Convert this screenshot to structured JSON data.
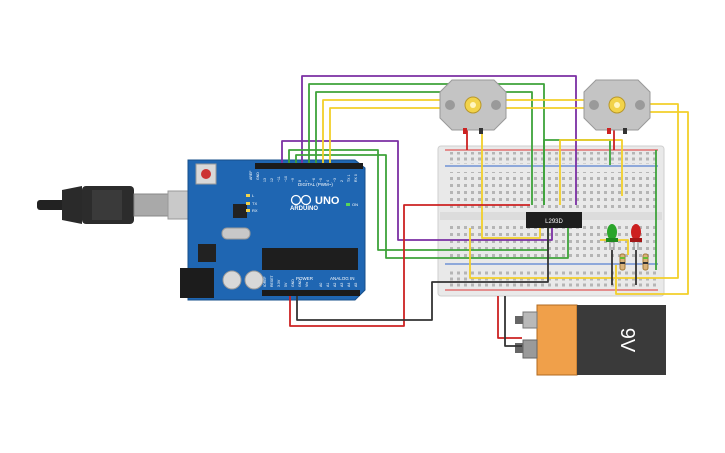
{
  "arduino": {
    "logo": "ARDUINO",
    "model": "UNO",
    "digital_label": "DIGITAL (PWM~)",
    "power_label": "POWER",
    "analog_label": "ANALOG IN",
    "aref": "AREF",
    "gnd": "GND",
    "led_l": "L",
    "led_tx": "TX",
    "led_rx": "RX",
    "on_label": "ON",
    "digital_pins": [
      "13",
      "12",
      "~11",
      "~10",
      "~9",
      "8",
      "7",
      "~6",
      "~5",
      "4",
      "~3",
      "2",
      "TX 1",
      "RX 0"
    ],
    "power_pins": [
      "IOREF",
      "RESET",
      "3.3V",
      "5V",
      "GND",
      "GND",
      "Vin"
    ],
    "analog_pins": [
      "A0",
      "A1",
      "A2",
      "A3",
      "A4",
      "A5"
    ]
  },
  "chip": {
    "label": "L293D"
  },
  "battery": {
    "label": "9V"
  },
  "colors": {
    "board": "#1f66b2",
    "purple_wire": "#7b2fa3",
    "green_wire": "#3ea33a",
    "yellow_wire": "#f2cf2a",
    "red_wire": "#cc2222",
    "black_wire": "#333333",
    "led_green": "#2aa52a",
    "led_red": "#cc1f1f",
    "battery_orange": "#f0a04a",
    "battery_dark": "#3a3a3a"
  }
}
